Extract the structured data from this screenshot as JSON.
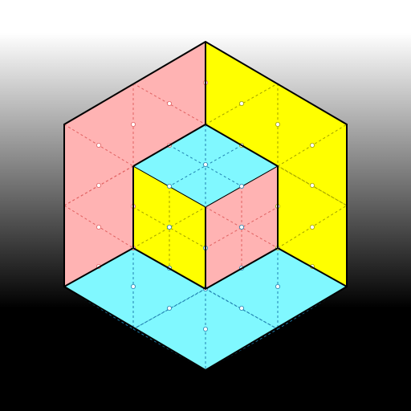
{
  "canvas": {
    "background_top": "#ffffff",
    "background_bottom": "#000000"
  },
  "colors": {
    "pink": "#ffb3b3",
    "yellow": "#ffff00",
    "cyan": "#80f8ff",
    "outline": "#000000",
    "guide_pink": "#e06060",
    "guide_yellow": "#a0a000",
    "guide_cyan": "#2080b0"
  },
  "puzzle": {
    "description_icon": "isometric-cube-corner-icon",
    "panels": [
      "pink-left-wall",
      "yellow-right-wall",
      "cyan-floor",
      "cyan-cube-top",
      "yellow-cube-left",
      "pink-cube-right"
    ]
  }
}
